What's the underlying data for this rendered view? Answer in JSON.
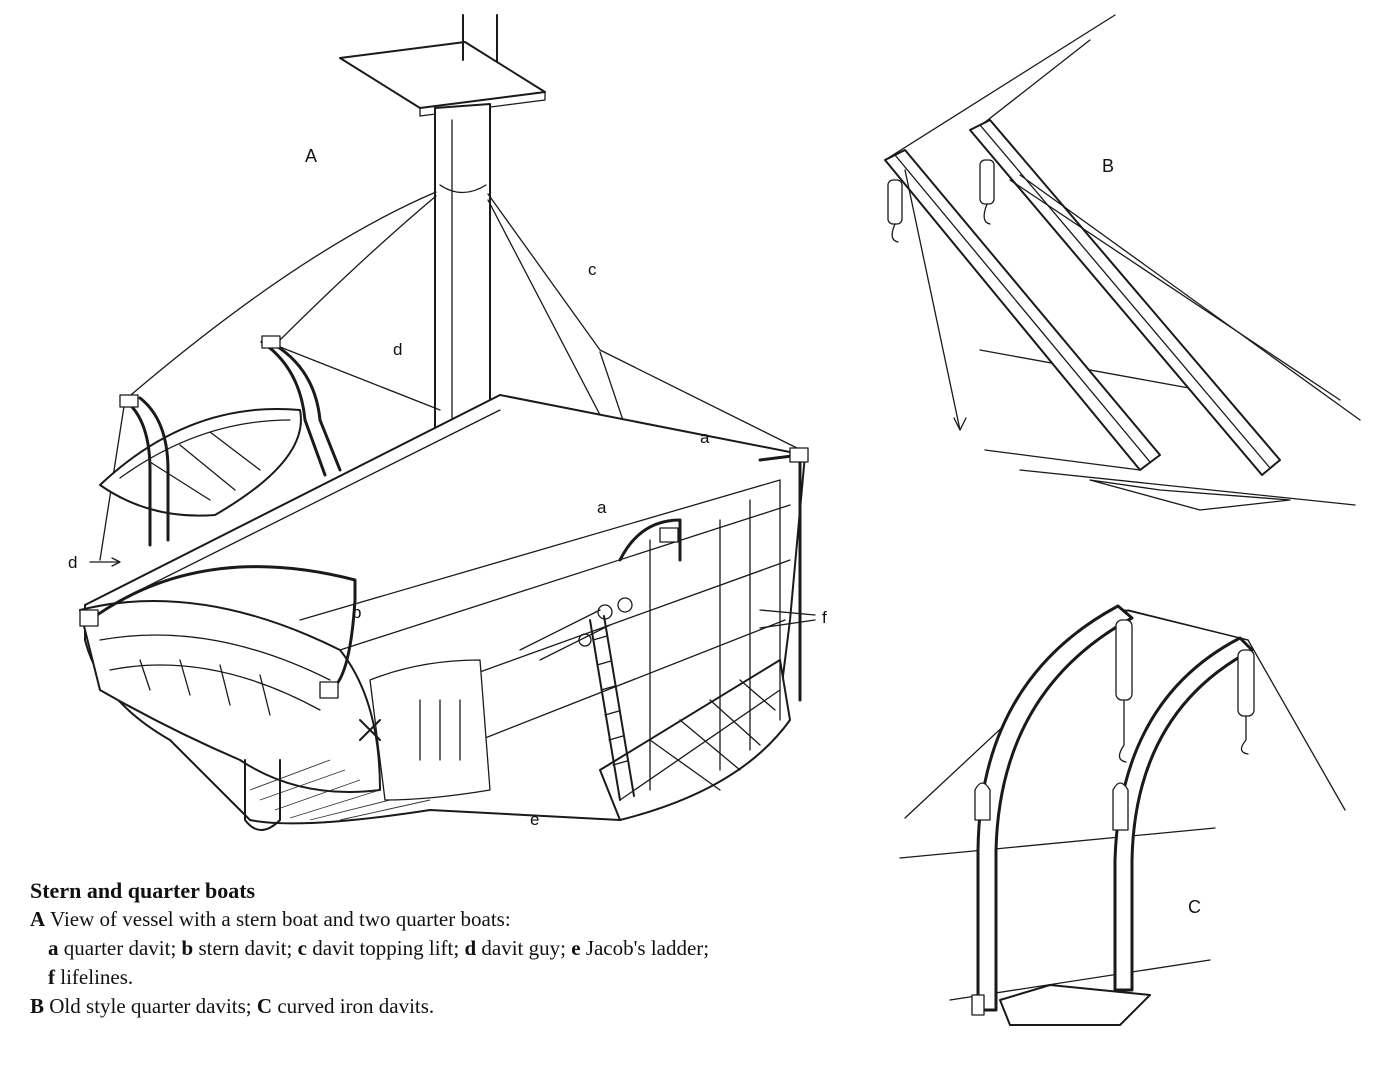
{
  "panels": {
    "a": "A",
    "b": "B",
    "c": "C"
  },
  "callouts": {
    "a": "a",
    "b": "b",
    "c": "c",
    "d": "d",
    "e": "e",
    "f": "f"
  },
  "caption": {
    "title": "Stern and quarter boats",
    "line_a_key": "A",
    "line_a_text": " View of vessel with a stern boat and two quarter boats:",
    "item_a_key": "a",
    "item_a_text": " quarter davit; ",
    "item_b_key": "b",
    "item_b_text": " stern davit; ",
    "item_c_key": "c",
    "item_c_text": " davit topping lift; ",
    "item_d_key": "d",
    "item_d_text": " davit guy; ",
    "item_e_key": "e",
    "item_e_text": " Jacob's ladder; ",
    "item_f_key": "f",
    "item_f_text": " lifelines.",
    "line_b_key": "B",
    "line_b_text": " Old style quarter davits; ",
    "line_c_key": "C",
    "line_c_text": " curved iron davits."
  }
}
